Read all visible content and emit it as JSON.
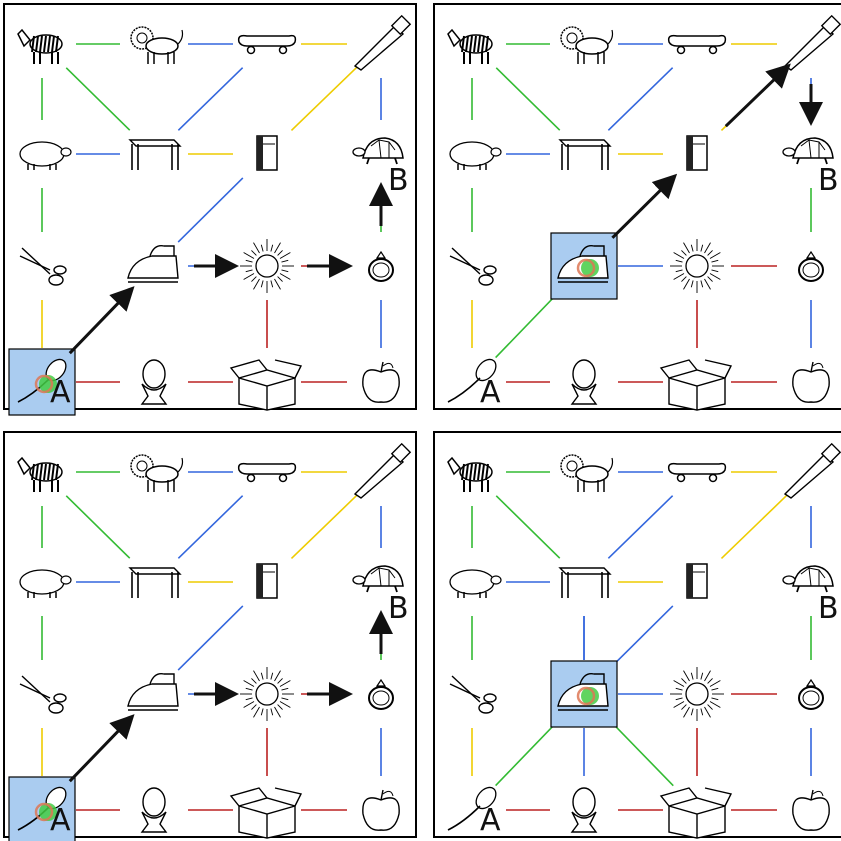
{
  "labels": {
    "start": "A",
    "end": "B"
  },
  "colors": {
    "green": "#33bb33",
    "blue": "#3366dd",
    "yellow": "#eecc00",
    "red": "#bb2222",
    "highlight_fill": "#aaccf0",
    "agent_green": "#44cc44",
    "agent_red": "#dd7755",
    "arrow": "#111111",
    "frame": "#000000"
  },
  "grid": {
    "rows": [
      [
        "zebra",
        "lion",
        "skateboard",
        "saw"
      ],
      [
        "pig",
        "table",
        "book",
        "turtle"
      ],
      [
        "scissors",
        "iron",
        "sun",
        "ring"
      ],
      [
        "spoon",
        "egg-cup",
        "box",
        "apple"
      ]
    ],
    "edges": [
      {
        "a": [
          0,
          0
        ],
        "b": [
          0,
          1
        ],
        "color": "green"
      },
      {
        "a": [
          0,
          1
        ],
        "b": [
          0,
          2
        ],
        "color": "blue"
      },
      {
        "a": [
          0,
          2
        ],
        "b": [
          0,
          3
        ],
        "color": "yellow"
      },
      {
        "a": [
          1,
          0
        ],
        "b": [
          1,
          1
        ],
        "color": "blue"
      },
      {
        "a": [
          1,
          1
        ],
        "b": [
          1,
          2
        ],
        "color": "yellow"
      },
      {
        "a": [
          2,
          1
        ],
        "b": [
          2,
          2
        ],
        "color": "blue"
      },
      {
        "a": [
          2,
          2
        ],
        "b": [
          2,
          3
        ],
        "color": "red"
      },
      {
        "a": [
          3,
          0
        ],
        "b": [
          3,
          1
        ],
        "color": "red"
      },
      {
        "a": [
          3,
          1
        ],
        "b": [
          3,
          2
        ],
        "color": "red"
      },
      {
        "a": [
          3,
          2
        ],
        "b": [
          3,
          3
        ],
        "color": "red"
      },
      {
        "a": [
          0,
          0
        ],
        "b": [
          1,
          0
        ],
        "color": "green"
      },
      {
        "a": [
          1,
          0
        ],
        "b": [
          2,
          0
        ],
        "color": "green"
      },
      {
        "a": [
          2,
          0
        ],
        "b": [
          3,
          0
        ],
        "color": "yellow"
      },
      {
        "a": [
          0,
          3
        ],
        "b": [
          1,
          3
        ],
        "color": "blue"
      },
      {
        "a": [
          1,
          3
        ],
        "b": [
          2,
          3
        ],
        "color": "green"
      },
      {
        "a": [
          2,
          3
        ],
        "b": [
          3,
          3
        ],
        "color": "blue"
      },
      {
        "a": [
          2,
          2
        ],
        "b": [
          3,
          2
        ],
        "color": "red"
      },
      {
        "a": [
          0,
          0
        ],
        "b": [
          1,
          1
        ],
        "color": "green"
      },
      {
        "a": [
          0,
          2
        ],
        "b": [
          1,
          1
        ],
        "color": "blue"
      },
      {
        "a": [
          0,
          3
        ],
        "b": [
          1,
          2
        ],
        "color": "yellow"
      },
      {
        "a": [
          1,
          2
        ],
        "b": [
          2,
          1
        ],
        "color": "blue"
      },
      {
        "a": [
          2,
          1
        ],
        "b": [
          3,
          0
        ],
        "color": "green"
      }
    ]
  },
  "panels": [
    {
      "id": "top-left",
      "agent": [
        3,
        0
      ],
      "arrows": [
        {
          "from": [
            3,
            0
          ],
          "to": [
            2,
            1
          ]
        },
        {
          "from": [
            2,
            1
          ],
          "to": [
            2,
            2
          ]
        },
        {
          "from": [
            2,
            2
          ],
          "to": [
            2,
            3
          ]
        },
        {
          "from": [
            2,
            3
          ],
          "to": [
            1,
            3
          ]
        }
      ],
      "extra_edges": []
    },
    {
      "id": "top-right",
      "agent": [
        2,
        1
      ],
      "arrows": [
        {
          "from": [
            2,
            1
          ],
          "to": [
            1,
            2
          ]
        },
        {
          "from": [
            1,
            2
          ],
          "to": [
            0,
            3
          ]
        },
        {
          "from": [
            0,
            3
          ],
          "to": [
            1,
            3
          ]
        }
      ],
      "extra_edges": []
    },
    {
      "id": "bottom-left",
      "agent": [
        3,
        0
      ],
      "arrows": [
        {
          "from": [
            3,
            0
          ],
          "to": [
            2,
            1
          ]
        },
        {
          "from": [
            2,
            1
          ],
          "to": [
            2,
            2
          ]
        },
        {
          "from": [
            2,
            2
          ],
          "to": [
            2,
            3
          ]
        },
        {
          "from": [
            2,
            3
          ],
          "to": [
            1,
            3
          ]
        }
      ],
      "extra_edges": []
    },
    {
      "id": "bottom-right",
      "agent": [
        2,
        1
      ],
      "arrows": [],
      "extra_edges": [
        {
          "a": [
            2,
            1
          ],
          "b": [
            3,
            1
          ],
          "color": "blue"
        },
        {
          "a": [
            2,
            1
          ],
          "b": [
            1,
            1
          ],
          "color": "blue"
        },
        {
          "a": [
            2,
            1
          ],
          "b": [
            3,
            2
          ],
          "color": "green"
        },
        {
          "a": [
            1,
            1
          ],
          "b": [
            2,
            1
          ],
          "color": "blue"
        }
      ]
    }
  ]
}
